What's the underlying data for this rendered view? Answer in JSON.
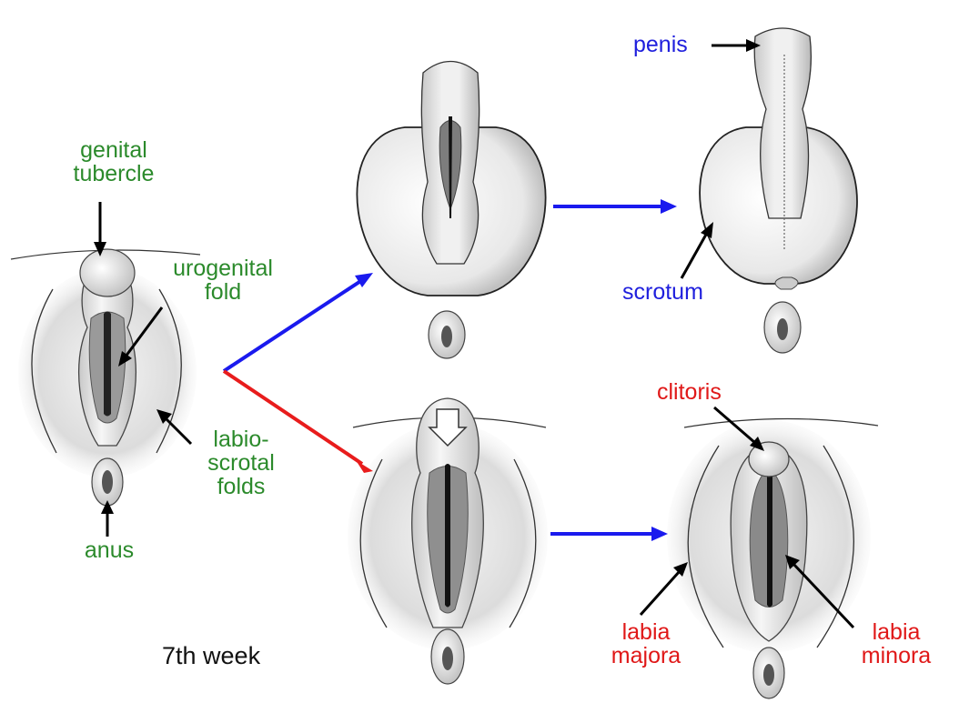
{
  "colors": {
    "indifferent": "#2b8a2b",
    "male": "#1f1fdd",
    "female": "#e01818",
    "male_arrow": "#1a1aee",
    "female_arrow": "#e81c1c",
    "pointer": "#000000"
  },
  "labels": {
    "genital_tubercle": [
      "genital",
      "tubercle"
    ],
    "urogenital_fold": [
      "urogenital",
      "fold"
    ],
    "labioscrotal_folds": [
      "labio-",
      "scrotal",
      "folds"
    ],
    "anus": "anus",
    "week": "7th week",
    "penis": "penis",
    "scrotum": "scrotum",
    "clitoris": "clitoris",
    "labia_majora": [
      "labia",
      "majora"
    ],
    "labia_minora": [
      "labia",
      "minora"
    ]
  }
}
